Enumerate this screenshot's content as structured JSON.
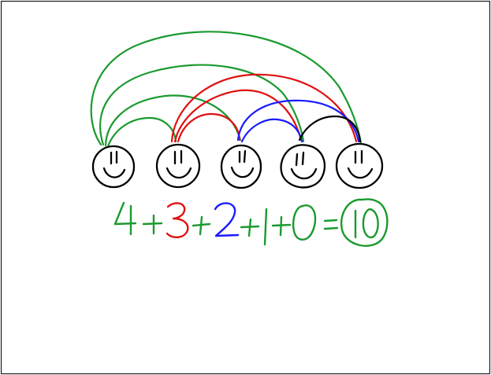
{
  "diagram": {
    "people_count": 5,
    "colors": {
      "outline": "#000000",
      "green": "#1a9a2e",
      "red": "#e01010",
      "blue": "#1a1aff"
    },
    "equation": {
      "terms": [
        "4",
        "3",
        "2",
        "1",
        "0"
      ],
      "operators": [
        "+",
        "+",
        "+",
        "+",
        "="
      ],
      "result": "10",
      "text": "4+3+2+1+0=10"
    },
    "handshake_groups": [
      {
        "from_person": 1,
        "count": 4,
        "color": "green"
      },
      {
        "from_person": 2,
        "count": 3,
        "color": "red"
      },
      {
        "from_person": 3,
        "count": 2,
        "color": "blue"
      },
      {
        "from_person": 4,
        "count": 1,
        "color": "black"
      },
      {
        "from_person": 5,
        "count": 0,
        "color": "green"
      }
    ]
  }
}
